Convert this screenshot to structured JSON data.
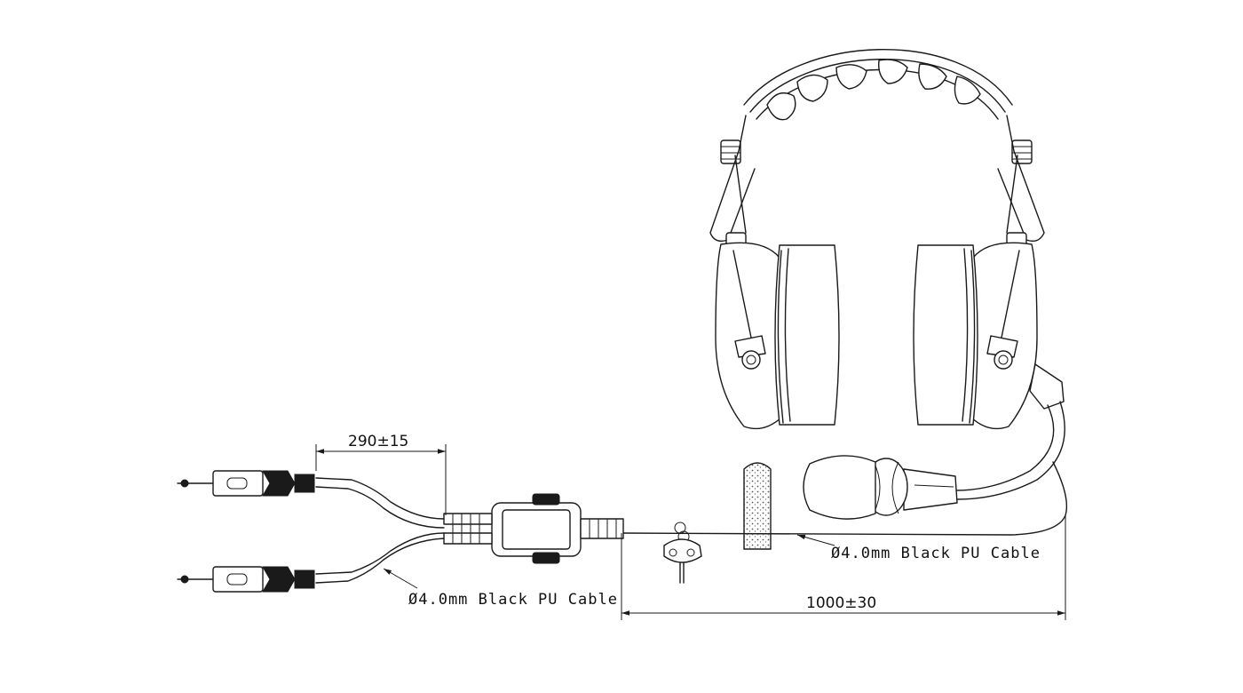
{
  "dimensions": {
    "split_length": "290±15",
    "main_cable_length": "1000±30"
  },
  "callouts": {
    "dual_plug_cable": "Ø4.0mm Black PU Cable",
    "headset_cable": "Ø4.0mm Black PU Cable"
  },
  "colors": {
    "line": "#1a1a1a",
    "background": "#ffffff"
  },
  "icons": [
    "headset-drawing",
    "plug-icon",
    "junction-box",
    "mic-windscreen",
    "cable-clip"
  ]
}
